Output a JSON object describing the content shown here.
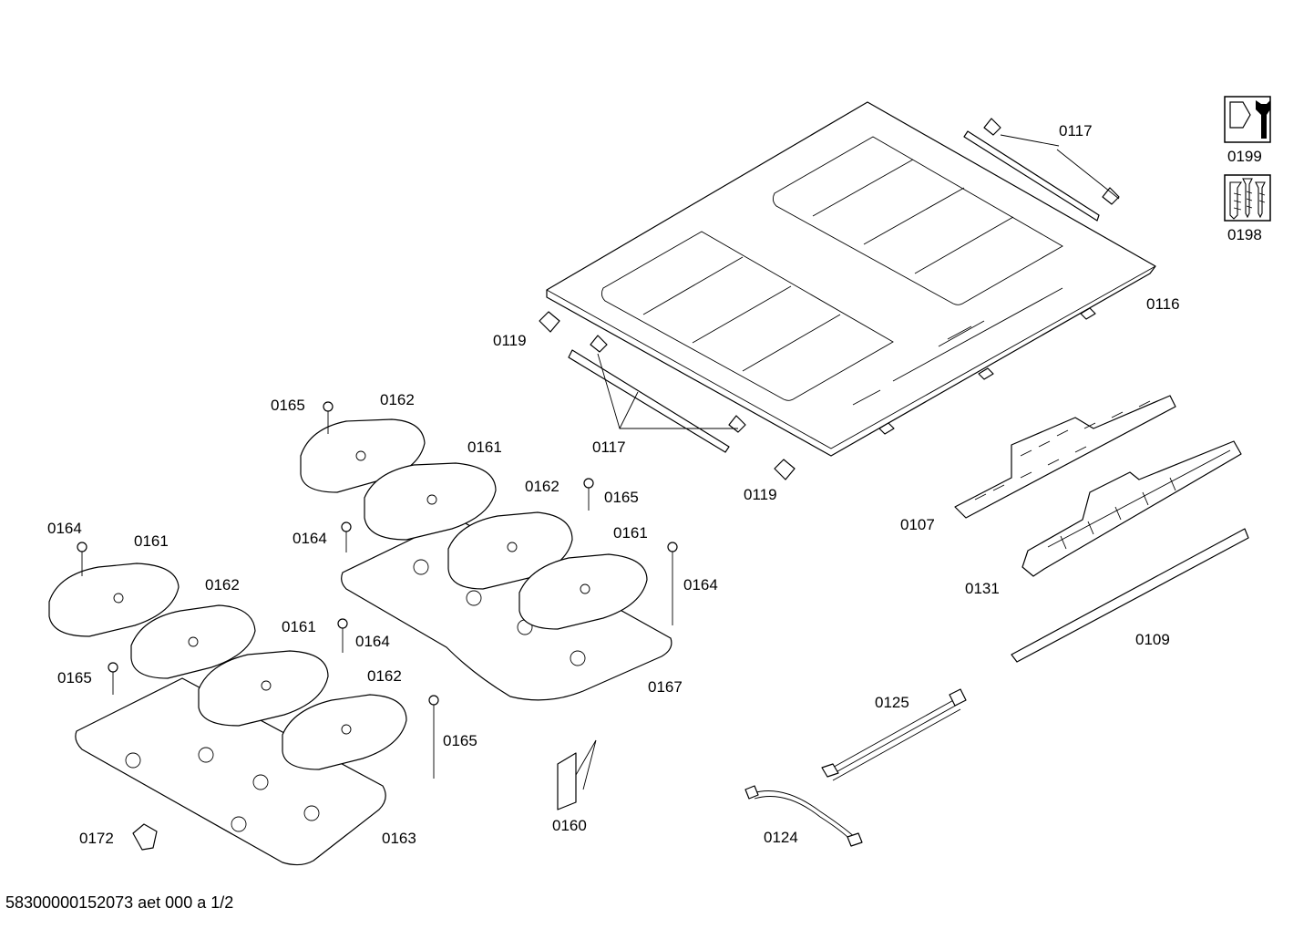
{
  "labels": {
    "p0116": "0116",
    "p0117a": "0117",
    "p0117b": "0117",
    "p0119a": "0119",
    "p0119b": "0119",
    "p0199": "0199",
    "p0198": "0198",
    "p0107": "0107",
    "p0131": "0131",
    "p0109": "0109",
    "p0125": "0125",
    "p0124": "0124",
    "p0160": "0160",
    "p0165a": "0165",
    "p0165b": "0165",
    "p0165c": "0165",
    "p0165d": "0165",
    "p0162a": "0162",
    "p0162b": "0162",
    "p0162c": "0162",
    "p0162d": "0162",
    "p0161a": "0161",
    "p0161b": "0161",
    "p0161c": "0161",
    "p0161d": "0161",
    "p0164a": "0164",
    "p0164b": "0164",
    "p0164c": "0164",
    "p0164d": "0164",
    "p0167": "0167",
    "p0163": "0163",
    "p0172": "0172"
  },
  "footer": "58300000152073 aet 000 a 1/2",
  "icons": {
    "service_tool": "wrench-nut-icon",
    "screws": "screws-icon"
  }
}
